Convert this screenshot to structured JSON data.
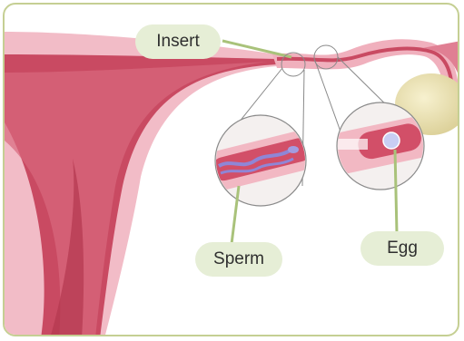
{
  "labels": {
    "insert": "Insert",
    "sperm": "Sperm",
    "egg": "Egg"
  },
  "colors": {
    "frame_border": "#c5cf93",
    "label_bg": "#e6eed6",
    "callout_line": "#a9c27a",
    "uterus_dark": "#c4435a",
    "uterus_light": "#f1b7c2",
    "ovary": "#ede3b2",
    "sperm": "#8f86d6",
    "egg": "#c9cdf3"
  }
}
